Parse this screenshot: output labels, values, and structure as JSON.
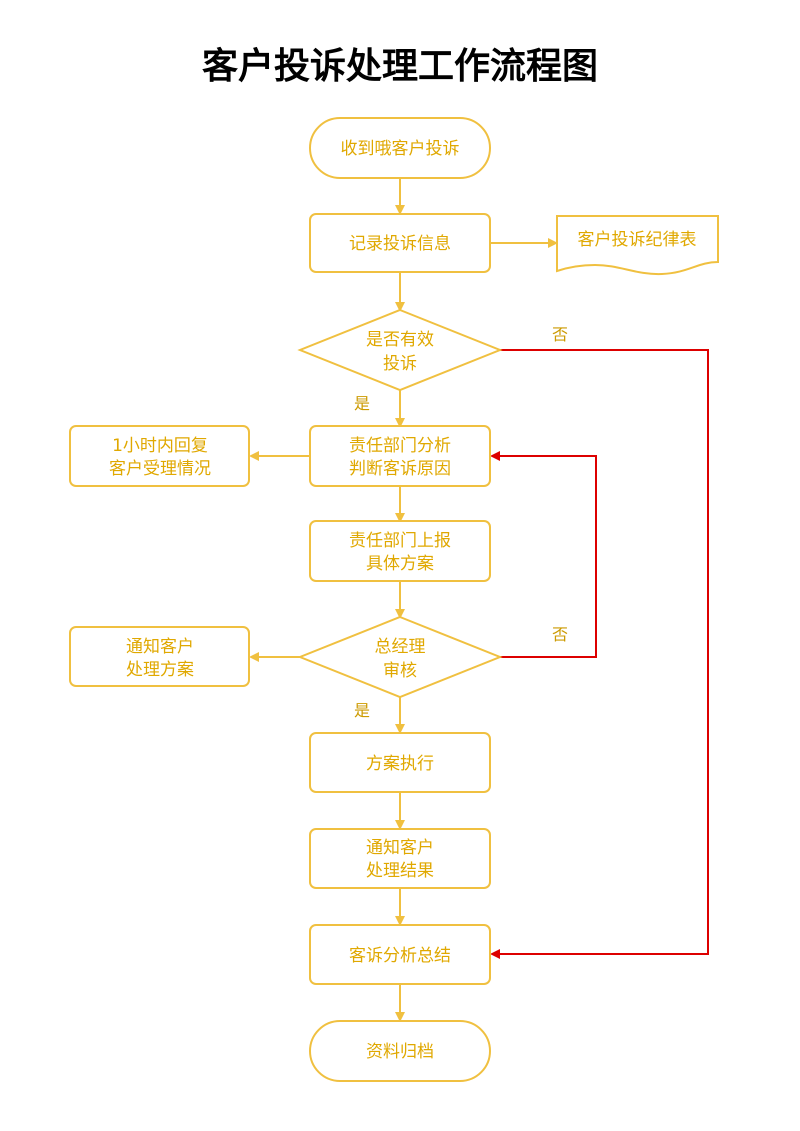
{
  "title": "客户投诉处理工作流程图",
  "colors": {
    "node_stroke": "#f0c040",
    "node_text": "#e0a800",
    "arrow_main": "#f0c040",
    "arrow_reject": "#dd0000",
    "label_text": "#cc9a00"
  },
  "nodes": {
    "start": "收到哦客户投诉",
    "record": "记录投诉信息",
    "doc": "客户投诉纪律表",
    "valid": [
      "是否有效",
      "投诉"
    ],
    "analyze": [
      "责任部门分析",
      "判断客诉原因"
    ],
    "reply": [
      "1小时内回复",
      "客户受理情况"
    ],
    "report": [
      "责任部门上报",
      "具体方案"
    ],
    "review": [
      "总经理",
      "审核"
    ],
    "notify_plan": [
      "通知客户",
      "处理方案"
    ],
    "execute": "方案执行",
    "notify_result": [
      "通知客户",
      "处理结果"
    ],
    "summary": "客诉分析总结",
    "archive": "资料归档"
  },
  "edge_labels": {
    "yes_1": "是",
    "no_1": "否",
    "yes_2": "是",
    "no_2": "否"
  }
}
